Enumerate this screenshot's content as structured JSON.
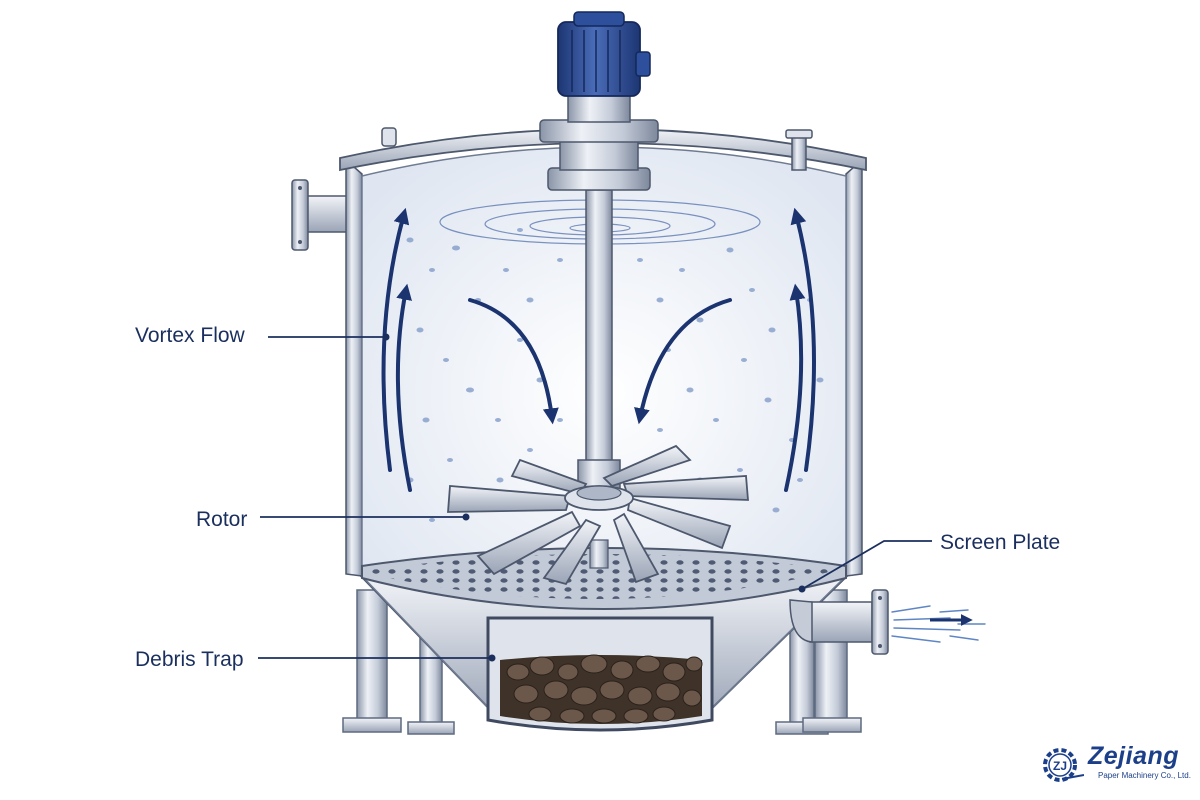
{
  "labels": {
    "vortex_flow": "Vortex Flow",
    "rotor": "Rotor",
    "screen_plate": "Screen Plate",
    "debris_trap": "Debris Trap"
  },
  "brand": {
    "name": "Zejiang",
    "subtitle": "Paper Machinery Co., Ltd.",
    "badge": "ZJ"
  },
  "colors": {
    "ink": "#1b2f5e",
    "steel_light": "#e8ecf3",
    "steel_mid": "#b7c0cf",
    "steel_dark": "#6f7b91",
    "water": "#f1f5fb",
    "motor": "#2d4f9c",
    "arrow": "#1b3470",
    "debris": "#5a4a3e"
  }
}
